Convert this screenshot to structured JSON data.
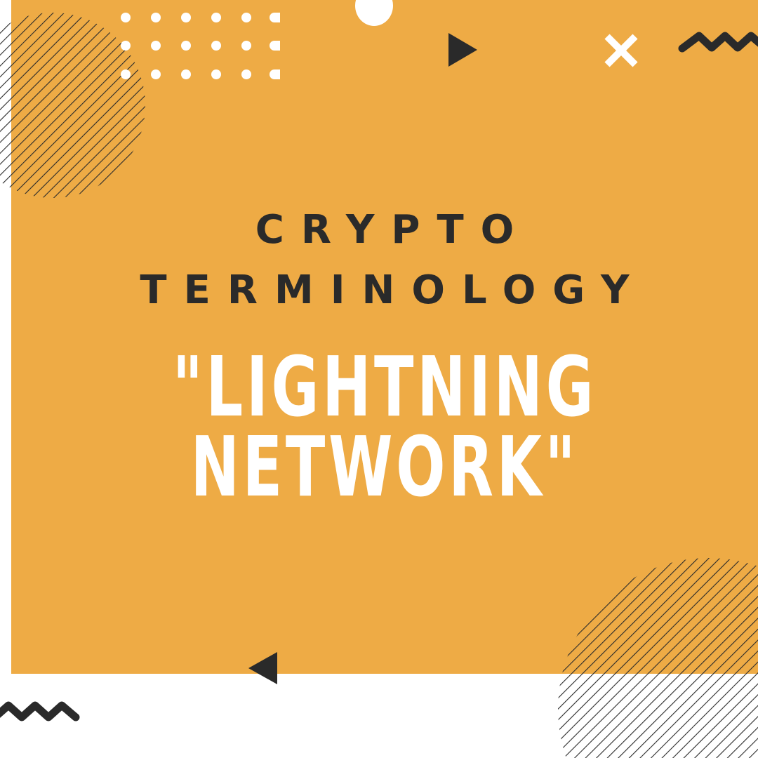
{
  "poster": {
    "kicker_line1": "CRYPTO",
    "kicker_line2": "TERMINOLOGY",
    "headline_line1": "\"LIGHTNING",
    "headline_line2": "NETWORK\""
  },
  "colors": {
    "background": "#ffffff",
    "panel": "#EEAB45",
    "dark": "#2a2a2a",
    "light": "#ffffff"
  },
  "decorations": [
    "hatched-circle-top-left",
    "dot-grid-top",
    "white-half-circle-top",
    "play-triangle-right",
    "x-cross",
    "zigzag-top-right",
    "hatched-circle-bottom-right",
    "play-triangle-left",
    "zigzag-bottom-left"
  ]
}
